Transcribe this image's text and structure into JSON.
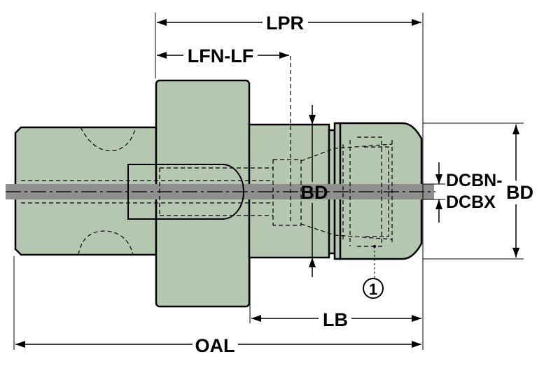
{
  "colors": {
    "body": "#b6c7b1",
    "centerline_band": "#8f8f8f",
    "line": "#000000",
    "background": "#ffffff"
  },
  "labels": {
    "lpr": "LPR",
    "lfn_lf": "LFN-LF",
    "bd_inner": "BD",
    "dcbn": "DCBN-",
    "dcbx": "DCBX",
    "bd_outer": "BD",
    "lb": "LB",
    "oal": "OAL",
    "callout": "1"
  }
}
